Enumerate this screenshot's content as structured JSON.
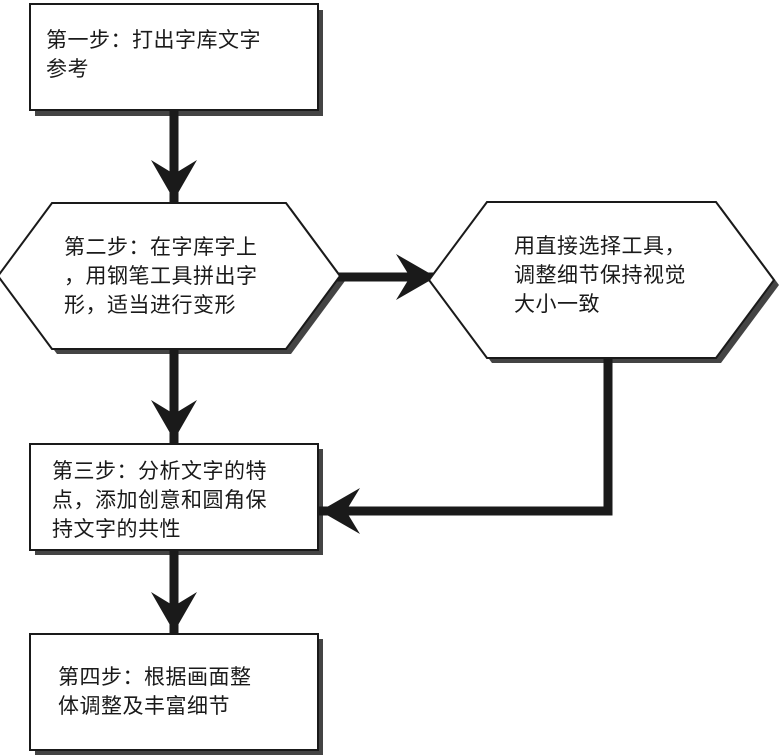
{
  "colors": {
    "stroke": "#1a1a1a",
    "shadow": "#444444",
    "fill": "#ffffff",
    "text": "#1a1a1a"
  },
  "nodes": {
    "step1": {
      "shape": "rectangle",
      "lines": [
        "第一步：打出字库文字",
        "参考"
      ]
    },
    "step2": {
      "shape": "hexagon",
      "lines": [
        "第二步：在字库字上",
        "，用钢笔工具拼出字",
        "形，适当进行变形"
      ]
    },
    "side": {
      "shape": "hexagon",
      "lines": [
        "用直接选择工具，",
        "调整细节保持视觉",
        "大小一致"
      ]
    },
    "step3": {
      "shape": "rectangle",
      "lines": [
        "第三步：分析文字的特",
        "点，添加创意和圆角保",
        "持文字的共性"
      ]
    },
    "step4": {
      "shape": "rectangle",
      "lines": [
        "第四步：根据画面整",
        "体调整及丰富细节"
      ]
    }
  },
  "edges": [
    {
      "from": "step1",
      "to": "step2"
    },
    {
      "from": "step2",
      "to": "side"
    },
    {
      "from": "step2",
      "to": "step3"
    },
    {
      "from": "side",
      "to": "step3"
    },
    {
      "from": "step3",
      "to": "step4"
    }
  ]
}
